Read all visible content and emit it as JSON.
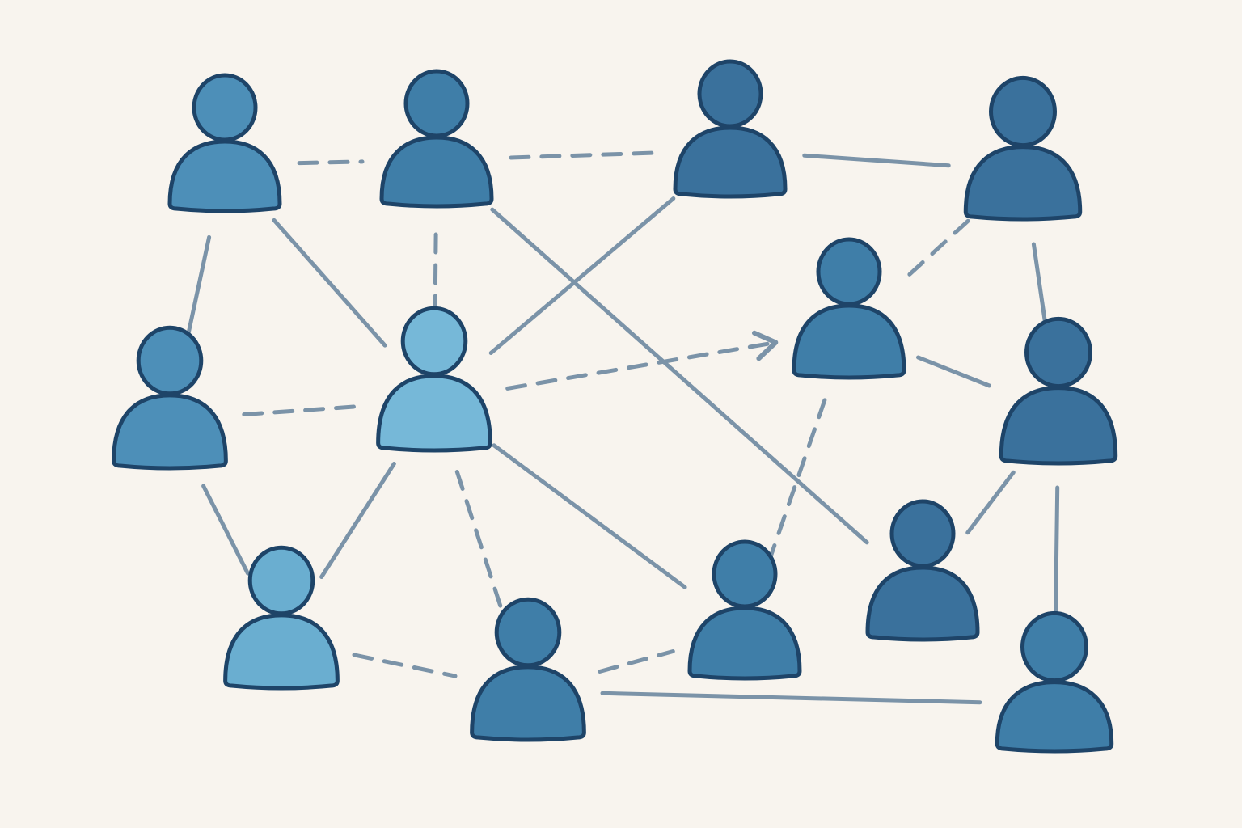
{
  "diagram": {
    "background": "#f8f4ee",
    "link_color": "#7b93a8",
    "outline_color": "#1e4468",
    "palette": {
      "light": "#76b8d8",
      "medium_light": "#6aaed0",
      "medium": "#4d8fb8",
      "standard": "#3f7ea8",
      "dark": "#3a719c"
    },
    "nodes": [
      {
        "id": "p1",
        "icon": "person-icon",
        "tone": "medium"
      },
      {
        "id": "p2",
        "icon": "person-icon",
        "tone": "standard"
      },
      {
        "id": "p3",
        "icon": "person-icon",
        "tone": "dark"
      },
      {
        "id": "p4",
        "icon": "person-icon",
        "tone": "dark"
      },
      {
        "id": "p5",
        "icon": "person-icon",
        "tone": "medium"
      },
      {
        "id": "p6",
        "icon": "person-icon",
        "tone": "light"
      },
      {
        "id": "p7",
        "icon": "person-icon",
        "tone": "standard"
      },
      {
        "id": "p8",
        "icon": "person-icon",
        "tone": "dark"
      },
      {
        "id": "p9",
        "icon": "person-icon",
        "tone": "medium_light"
      },
      {
        "id": "p10",
        "icon": "person-icon",
        "tone": "standard"
      },
      {
        "id": "p11",
        "icon": "person-icon",
        "tone": "standard"
      },
      {
        "id": "p12",
        "icon": "person-icon",
        "tone": "dark"
      },
      {
        "id": "p13",
        "icon": "person-icon",
        "tone": "standard"
      }
    ],
    "connections": [
      {
        "from": "p1",
        "to": "p2",
        "style": "dashed"
      },
      {
        "from": "p2",
        "to": "p3",
        "style": "dashed"
      },
      {
        "from": "p3",
        "to": "p4",
        "style": "solid"
      },
      {
        "from": "p1",
        "to": "p5",
        "style": "solid"
      },
      {
        "from": "p1",
        "to": "p6",
        "style": "solid"
      },
      {
        "from": "p2",
        "to": "p6",
        "style": "dashed"
      },
      {
        "from": "p2",
        "to": "p12",
        "style": "solid"
      },
      {
        "from": "p3",
        "to": "p6",
        "style": "solid"
      },
      {
        "from": "p4",
        "to": "p7",
        "style": "dashed"
      },
      {
        "from": "p4",
        "to": "p8",
        "style": "solid"
      },
      {
        "from": "p5",
        "to": "p6",
        "style": "dashed"
      },
      {
        "from": "p6",
        "to": "p7",
        "style": "dashed",
        "arrow": true
      },
      {
        "from": "p7",
        "to": "p8",
        "style": "solid"
      },
      {
        "from": "p5",
        "to": "p9",
        "style": "solid"
      },
      {
        "from": "p6",
        "to": "p9",
        "style": "solid"
      },
      {
        "from": "p6",
        "to": "p10",
        "style": "dashed"
      },
      {
        "from": "p6",
        "to": "p11",
        "style": "solid"
      },
      {
        "from": "p7",
        "to": "p11",
        "style": "dashed"
      },
      {
        "from": "p8",
        "to": "p12",
        "style": "solid"
      },
      {
        "from": "p8",
        "to": "p13",
        "style": "solid"
      },
      {
        "from": "p9",
        "to": "p10",
        "style": "dashed"
      },
      {
        "from": "p10",
        "to": "p11",
        "style": "dashed"
      },
      {
        "from": "p10",
        "to": "p13",
        "style": "solid"
      }
    ]
  }
}
